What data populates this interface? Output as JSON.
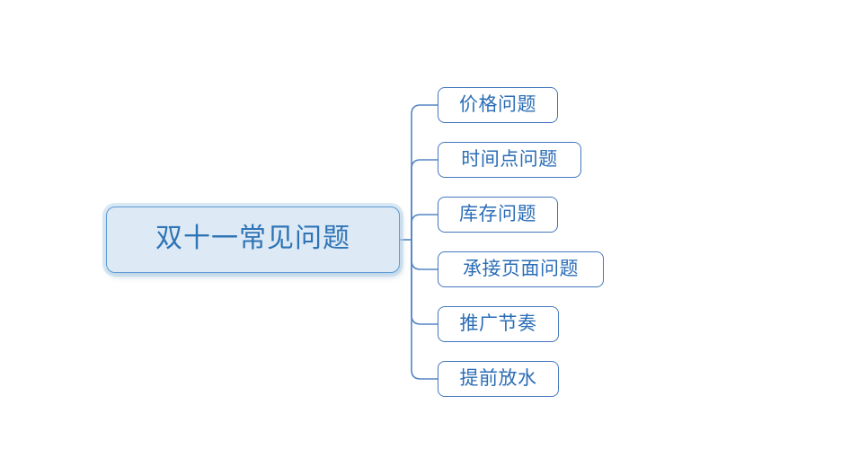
{
  "mindmap": {
    "root": {
      "label": "双十一常见问题"
    },
    "children": [
      {
        "label": "价格问题"
      },
      {
        "label": "时间点问题"
      },
      {
        "label": "库存问题"
      },
      {
        "label": "承接页面问题"
      },
      {
        "label": "推广节奏"
      },
      {
        "label": "提前放水"
      }
    ],
    "colors": {
      "root_fill": "#ddeaf6",
      "root_border": "#5b9bd5",
      "root_text": "#2e74b5",
      "child_fill": "#ffffff",
      "child_border": "#4377be",
      "child_text": "#2b6db6",
      "line": "#5585c5"
    }
  }
}
